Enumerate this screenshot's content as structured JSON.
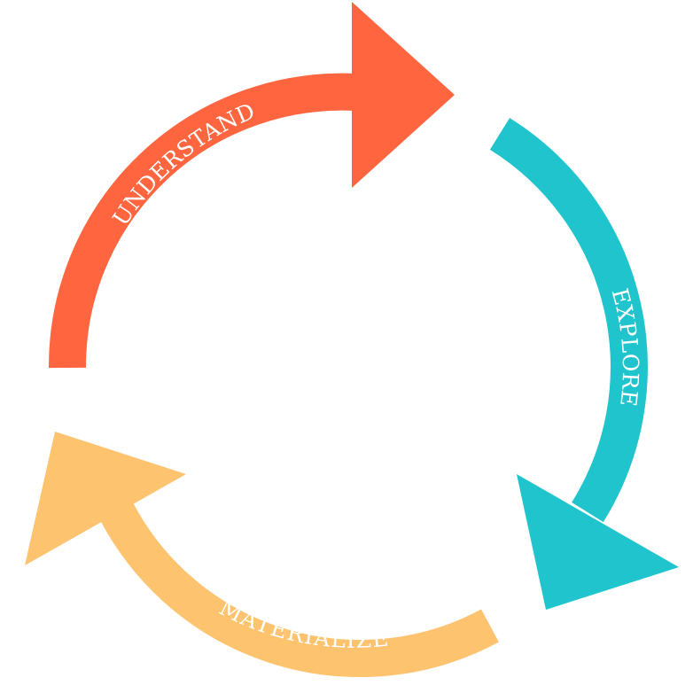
{
  "cycle": {
    "stages": [
      {
        "label": "UNDERSTAND",
        "color": "#FF6640"
      },
      {
        "label": "EXPLORE",
        "color": "#20C4CC"
      },
      {
        "label": "MATERIALIZE",
        "color": "#FEC36F"
      }
    ],
    "text_color": "#FFFFFF"
  }
}
